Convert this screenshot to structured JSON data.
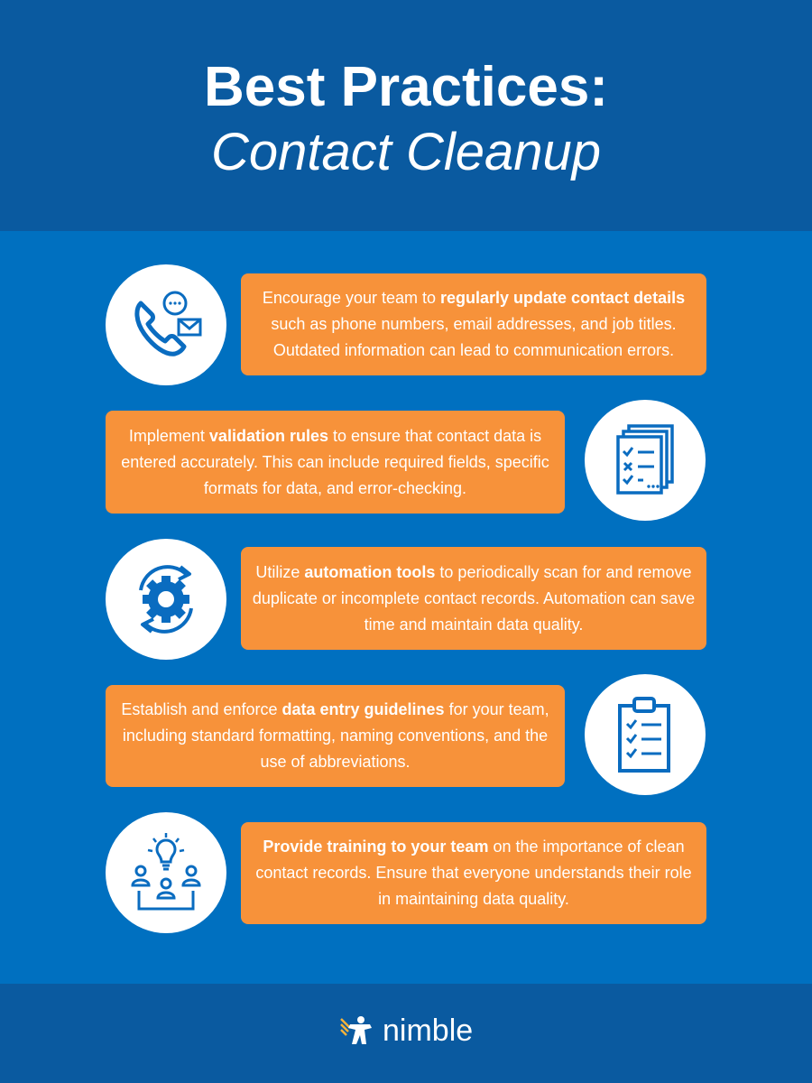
{
  "header": {
    "title_line1": "Best Practices:",
    "title_line2": "Contact Cleanup"
  },
  "cards": [
    {
      "before": "Encourage your team to ",
      "bold": "regularly update contact details",
      "after": " such as phone numbers, email addresses, and job titles. Outdated information can lead to communication errors.",
      "icon": "phone-message-icon"
    },
    {
      "before": "Implement ",
      "bold": "validation rules",
      "after": " to ensure that contact data is entered accurately. This can include required fields, specific formats for data, and error-checking.",
      "icon": "checklist-documents-icon"
    },
    {
      "before": "Utilize ",
      "bold": "automation tools",
      "after": " to periodically scan for and remove duplicate or incomplete contact records. Automation can save time and maintain data quality.",
      "icon": "gear-cycle-icon"
    },
    {
      "before": "Establish and enforce ",
      "bold": "data entry guidelines",
      "after": " for your team, including standard formatting, naming conventions, and the use of abbreviations.",
      "icon": "clipboard-checklist-icon"
    },
    {
      "before": "",
      "bold": "Provide training to your team",
      "after": " on the importance of clean contact records. Ensure that everyone understands their role in maintaining data quality.",
      "icon": "team-idea-icon"
    }
  ],
  "footer": {
    "brand": "nimble",
    "logo_icon": "nimble-logo-icon"
  },
  "colors": {
    "header_bg": "#0a5aa0",
    "main_bg": "#0070c0",
    "card_bg": "#f7923a",
    "icon_stroke": "#0a6cc0"
  }
}
